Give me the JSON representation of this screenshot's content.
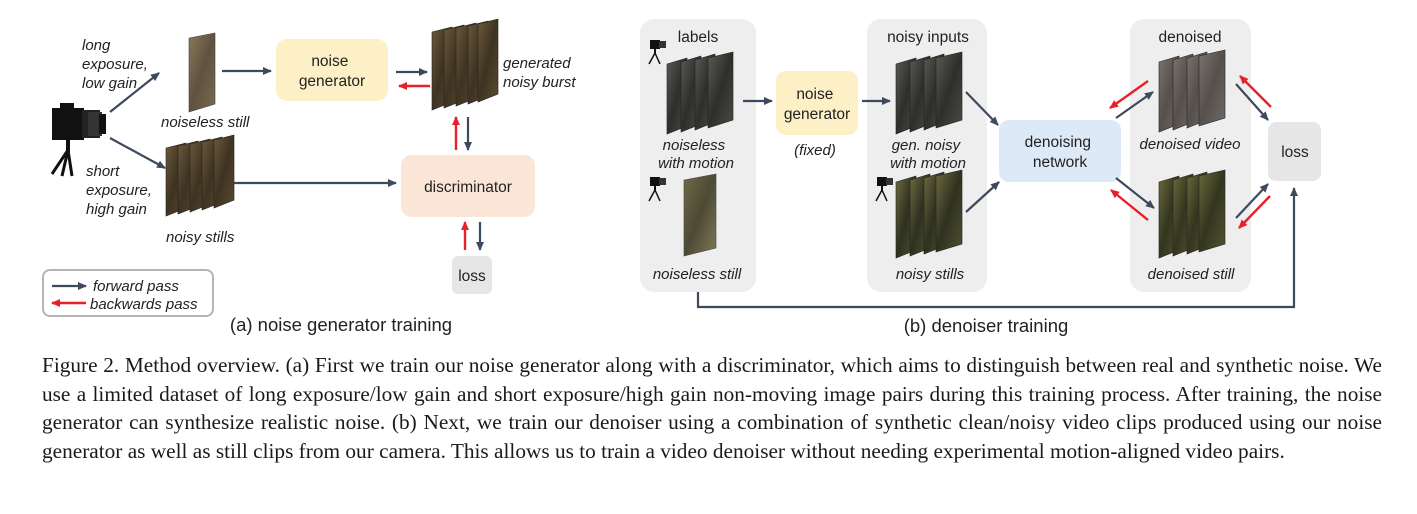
{
  "panel_a": {
    "long_exposure": [
      "long",
      "exposure,",
      "low gain"
    ],
    "short_exposure": [
      "short",
      "exposure,",
      "high gain"
    ],
    "noiseless_still": "noiseless still",
    "noisy_stills": "noisy stills",
    "noise_generator": [
      "noise",
      "generator"
    ],
    "generated_noisy_burst": [
      "generated",
      "noisy burst"
    ],
    "discriminator": "discriminator",
    "loss": "loss",
    "legend_forward": "forward pass",
    "legend_backward": "backwards pass",
    "caption": "(a) noise generator training"
  },
  "panel_b": {
    "labels": "labels",
    "noiseless_with_motion": [
      "noiseless",
      "with motion"
    ],
    "noiseless_still": "noiseless still",
    "noise_generator": [
      "noise",
      "generator"
    ],
    "fixed": "(fixed)",
    "noisy_inputs": "noisy inputs",
    "gen_noisy_with_motion": [
      "gen. noisy",
      "with motion"
    ],
    "noisy_stills": "noisy stills",
    "denoising_network": [
      "denoising",
      "network"
    ],
    "denoised": "denoised",
    "denoised_video": "denoised video",
    "denoised_still": "denoised still",
    "loss": "loss",
    "caption": "(b) denoiser training"
  },
  "figure_caption": "Figure 2. Method overview. (a) First we train our noise generator along with a discriminator, which aims to distinguish between real and synthetic noise. We use a limited dataset of long exposure/low gain and short exposure/high gain non-moving image pairs during this training process. After training, the noise generator can synthesize realistic noise. (b) Next, we train our denoiser using a combination of synthetic clean/noisy video clips produced using our noise generator as well as still clips from our camera. This allows us to train a video denoiser without needing experimental motion-aligned video pairs.",
  "colors": {
    "forward_arrow": "#3d4a5e",
    "backward_arrow": "#e8202a",
    "noise_generator_box": "#fdf0c6",
    "discriminator_box": "#fbe5d7",
    "denoising_network_box": "#dde9f7",
    "loss_box": "#e6e6e6",
    "group_panel": "#eeeeee"
  }
}
